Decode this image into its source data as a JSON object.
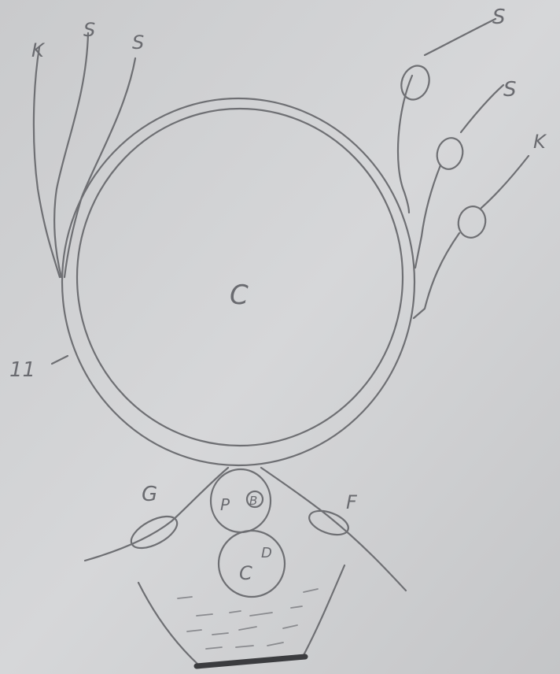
{
  "labels": {
    "center_drum": "C",
    "left_marker": "11",
    "roll_p": "P",
    "roll_p_mark": "B",
    "roll_c": "C",
    "roll_c_mark": "D",
    "guide_left": "G",
    "guide_right": "F",
    "left_top_1": "K",
    "left_top_2": "S",
    "left_top_3": "S",
    "right_top_1": "S",
    "right_top_2": "S",
    "right_top_3": "K"
  },
  "colors": {
    "paper": "#cfd0d2",
    "ink": "#6e6f73",
    "tray_base": "#3b3c3f"
  }
}
